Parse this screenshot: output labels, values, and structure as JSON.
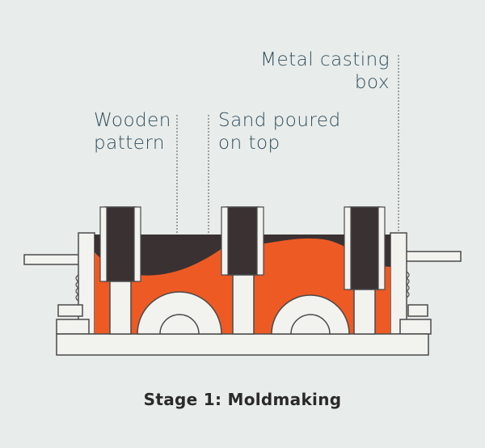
{
  "labels": {
    "metal_casting_box": [
      "Metal casting",
      "box"
    ],
    "wooden_pattern": [
      "Wooden",
      "pattern"
    ],
    "sand_poured": [
      "Sand poured",
      "on top"
    ]
  },
  "caption": "Stage 1: Moldmaking",
  "colors": {
    "background": "#e8ecea",
    "sand": "#ee5a24",
    "metal": "#3a3133",
    "outline": "#4a4a4a",
    "pattern": "#f2f2ef",
    "text": "#33505e"
  }
}
